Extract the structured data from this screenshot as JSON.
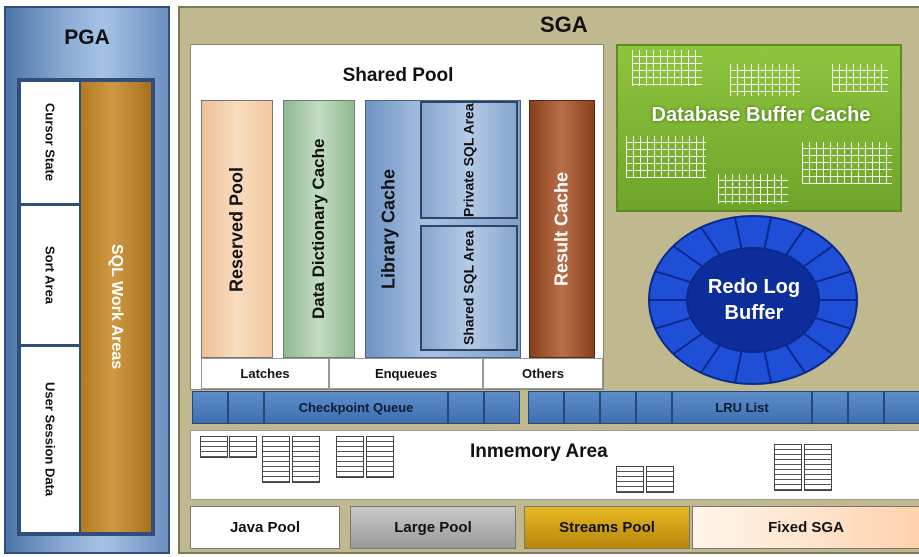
{
  "pga": {
    "title": "PGA",
    "cells": [
      "Cursor State",
      "Sort Area",
      "User Session Data"
    ],
    "work_areas": "SQL Work Areas"
  },
  "sga": {
    "title": "SGA",
    "shared_pool": {
      "title": "Shared Pool",
      "reserved_pool": "Reserved Pool",
      "data_dictionary_cache": "Data Dictionary Cache",
      "library_cache": "Library Cache",
      "private_sql_area": "Private SQL Area",
      "shared_sql_area": "Shared SQL Area",
      "result_cache": "Result Cache",
      "bottom": [
        "Latches",
        "Enqueues",
        "Others"
      ]
    },
    "database_buffer_cache": "Database Buffer Cache",
    "redo_log_buffer": "Redo Log Buffer",
    "checkpoint_queue": "Checkpoint Queue",
    "lru_list": "LRU List",
    "inmemory_area": "Inmemory Area",
    "pools": {
      "java": "Java Pool",
      "large": "Large Pool",
      "streams": "Streams Pool",
      "fixed": "Fixed SGA"
    }
  },
  "colors": {
    "pga": "#89a9d2",
    "sga": "#c0b990",
    "buffer_cache": "#8dc53e",
    "redo_log": "#1f4fd6",
    "result_cache": "#8a3e1c",
    "streams_pool": "#e8b923"
  }
}
